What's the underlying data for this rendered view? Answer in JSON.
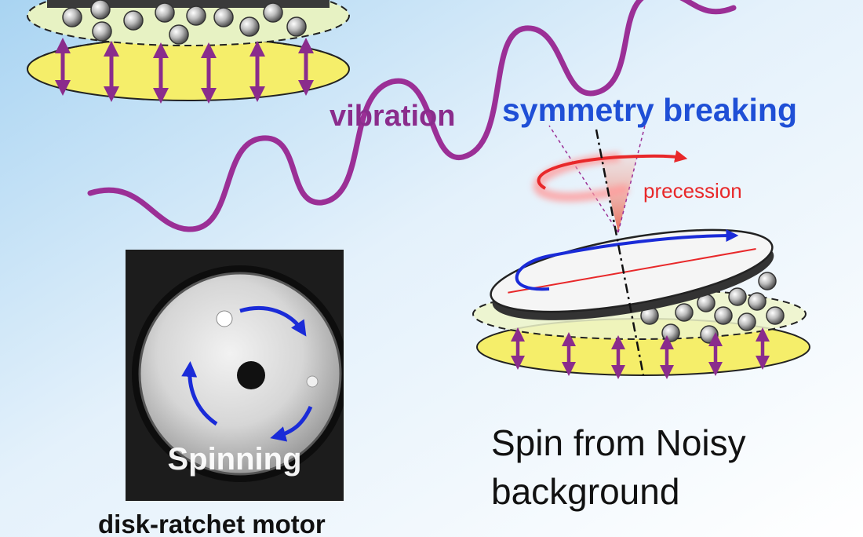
{
  "labels": {
    "vibration": "vibration",
    "symmetry_breaking": "symmetry breaking",
    "precession": "precession",
    "spinning": "Spinning",
    "caption_motor": "disk-ratchet motor",
    "caption_spin_line1": "Spin from Noisy",
    "caption_spin_line2": "background"
  },
  "colors": {
    "vibration_wave": "#9b2f96",
    "vibration_text": "#8a2c8c",
    "symmetry_text": "#1f4fd6",
    "precession_text": "#e8282a",
    "spin_arrow": "#1a2bd8",
    "plate_yellow": "#f5ee6a",
    "plate_green": "#e7f2c3"
  }
}
